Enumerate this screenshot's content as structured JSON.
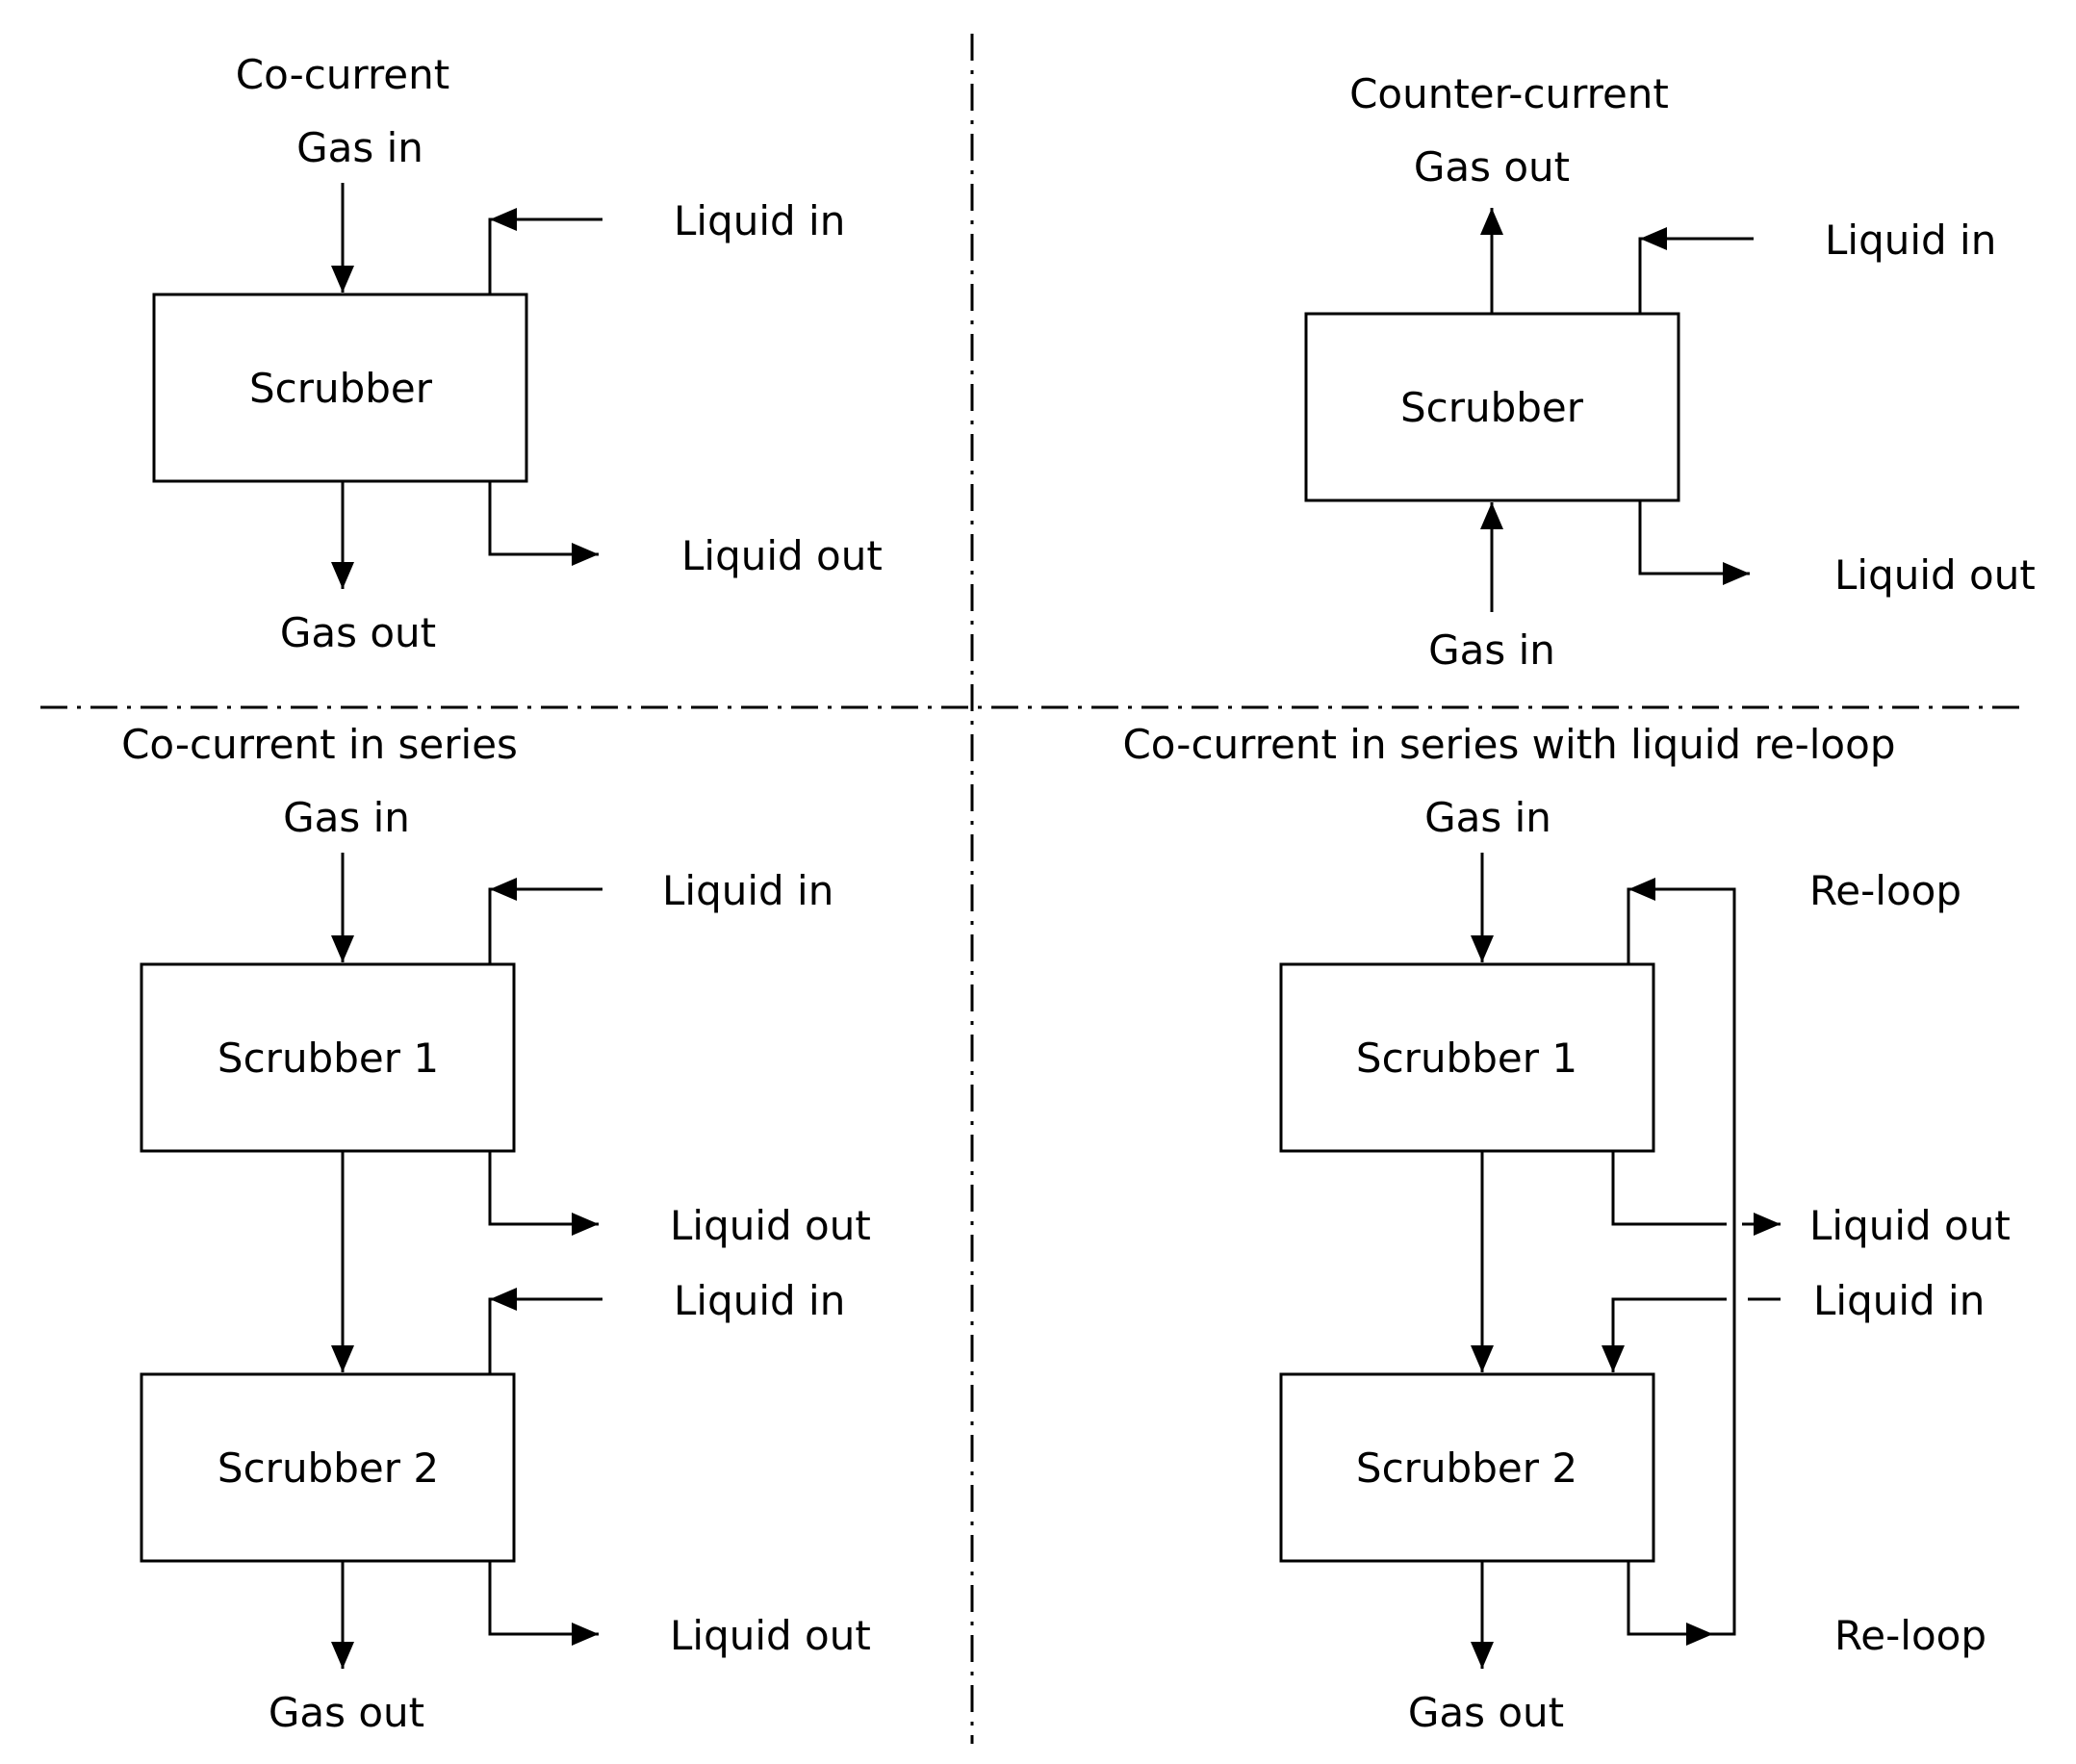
{
  "panels": {
    "top_left": {
      "title": "Co-current",
      "gas_in": "Gas in",
      "gas_out": "Gas out",
      "liquid_in": "Liquid in",
      "liquid_out": "Liquid out",
      "unit": "Scrubber"
    },
    "top_right": {
      "title": "Counter-current",
      "gas_in": "Gas in",
      "gas_out": "Gas out",
      "liquid_in": "Liquid in",
      "liquid_out": "Liquid out",
      "unit": "Scrubber"
    },
    "bottom_left": {
      "title": "Co-current in series",
      "gas_in": "Gas in",
      "gas_out": "Gas out",
      "liquid_in_1": "Liquid in",
      "liquid_out_1": "Liquid out",
      "liquid_in_2": "Liquid in",
      "liquid_out_2": "Liquid out",
      "unit_1": "Scrubber 1",
      "unit_2": "Scrubber 2"
    },
    "bottom_right": {
      "title": "Co-current in series with liquid re-loop",
      "gas_in": "Gas in",
      "gas_out": "Gas out",
      "reloop_top": "Re-loop",
      "reloop_bottom": "Re-loop",
      "liquid_out": "Liquid out",
      "liquid_in": "Liquid in",
      "unit_1": "Scrubber 1",
      "unit_2": "Scrubber 2"
    }
  }
}
